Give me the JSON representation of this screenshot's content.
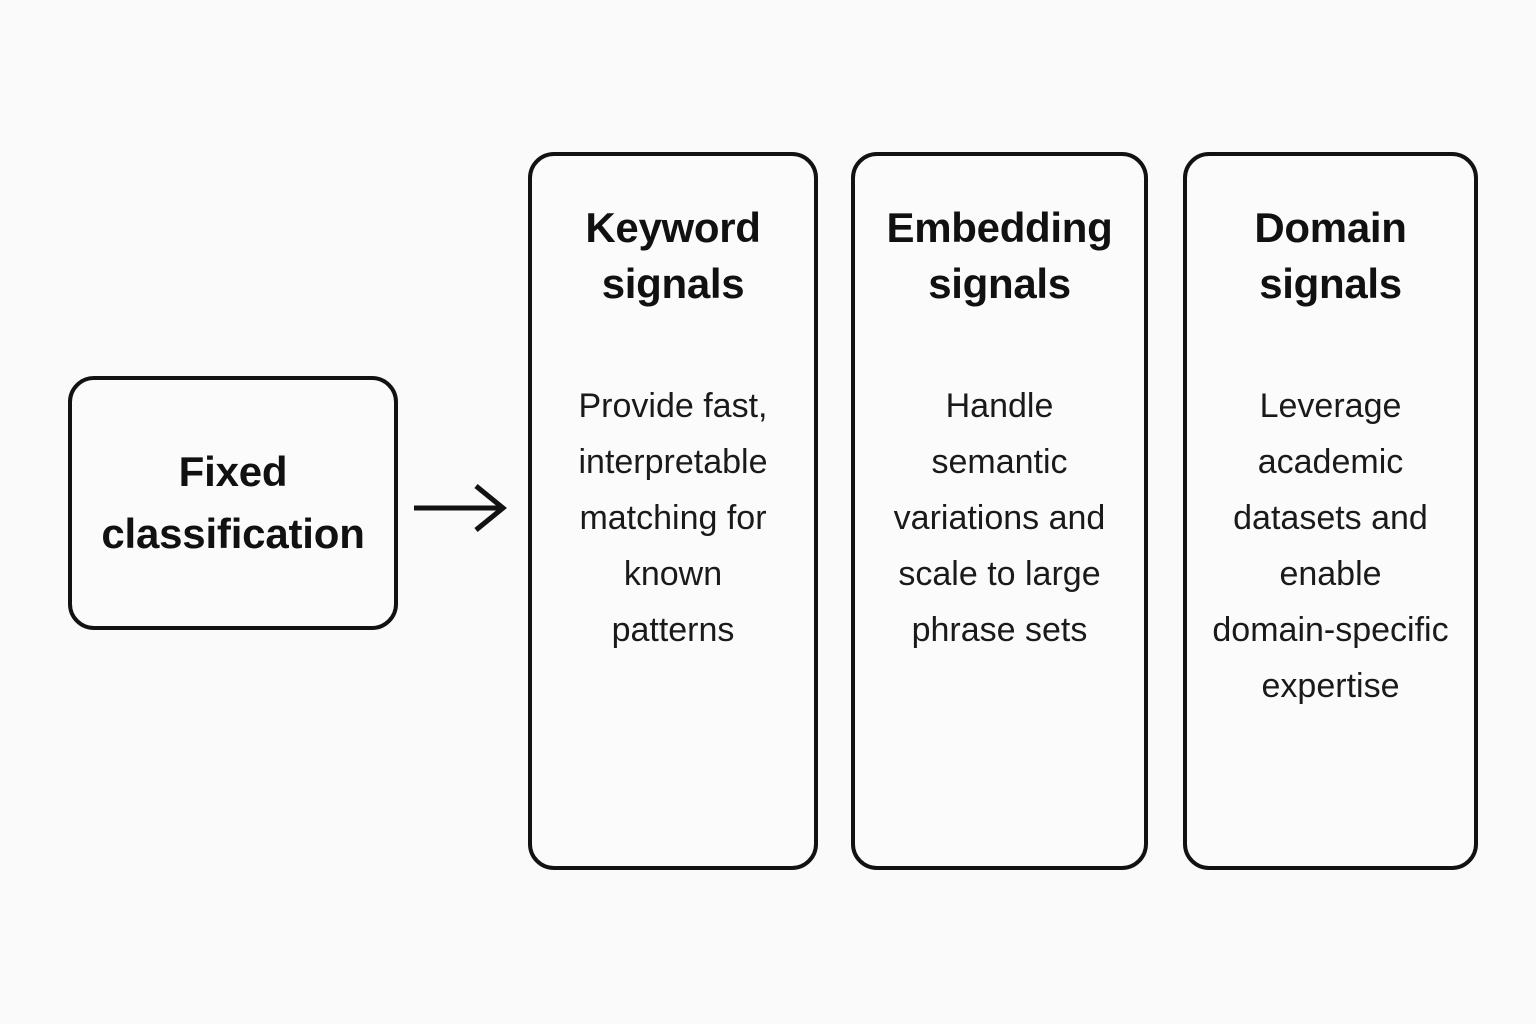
{
  "diagram": {
    "background_color": "#fafafa",
    "stroke_color": "#121212",
    "text_color": "#111111",
    "source": {
      "label": "Fixed\nclassification"
    },
    "connector": {
      "icon": "arrow-right-icon",
      "from": "Fixed classification",
      "to": "signal columns"
    },
    "cards": [
      {
        "id": "keyword-signals",
        "title": "Keyword\nsignals",
        "body": "Provide fast,\ninterpretable\nmatching for\nknown\npatterns"
      },
      {
        "id": "embedding-signals",
        "title": "Embedding\nsignals",
        "body": "Handle\nsemantic\nvariations and\nscale to large\nphrase sets"
      },
      {
        "id": "domain-signals",
        "title": "Domain\nsignals",
        "body": "Leverage\nacademic\ndatasets and\nenable\ndomain-specific\nexpertise"
      }
    ]
  }
}
